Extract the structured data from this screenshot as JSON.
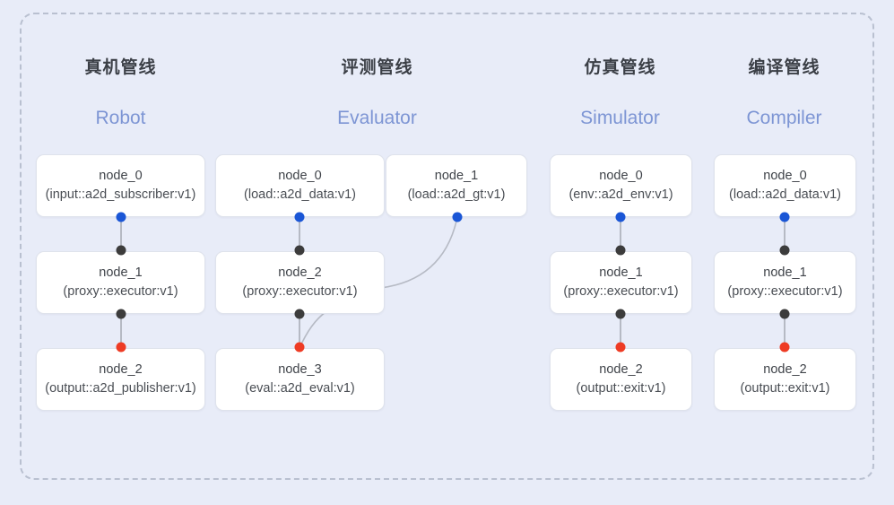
{
  "diagram": {
    "background_color": "#e8ecf8",
    "frame": {
      "style": "dashed",
      "color": "#b9c0d0"
    },
    "dot_colors": {
      "blue": "#1a56d6",
      "dark": "#3c3c3c",
      "red": "#ee3b24"
    },
    "edge_color": "#b6bac4"
  },
  "columns": [
    {
      "key": "robot",
      "zh": "真机管线",
      "en": "Robot",
      "nodes": [
        {
          "title": "node_0",
          "sub": "(input::a2d_subscriber:v1)"
        },
        {
          "title": "node_1",
          "sub": "(proxy::executor:v1)"
        },
        {
          "title": "node_2",
          "sub": "(output::a2d_publisher:v1)"
        }
      ]
    },
    {
      "key": "evaluator",
      "zh": "评测管线",
      "en": "Evaluator",
      "nodes": [
        {
          "title": "node_0",
          "sub": "(load::a2d_data:v1)"
        },
        {
          "title": "node_1",
          "sub": "(load::a2d_gt:v1)"
        },
        {
          "title": "node_2",
          "sub": "(proxy::executor:v1)"
        },
        {
          "title": "node_3",
          "sub": "(eval::a2d_eval:v1)"
        }
      ]
    },
    {
      "key": "simulator",
      "zh": "仿真管线",
      "en": "Simulator",
      "nodes": [
        {
          "title": "node_0",
          "sub": "(env::a2d_env:v1)"
        },
        {
          "title": "node_1",
          "sub": "(proxy::executor:v1)"
        },
        {
          "title": "node_2",
          "sub": "(output::exit:v1)"
        }
      ]
    },
    {
      "key": "compiler",
      "zh": "编译管线",
      "en": "Compiler",
      "nodes": [
        {
          "title": "node_0",
          "sub": "(load::a2d_data:v1)"
        },
        {
          "title": "node_1",
          "sub": "(proxy::executor:v1)"
        },
        {
          "title": "node_2",
          "sub": "(output::exit:v1)"
        }
      ]
    }
  ]
}
